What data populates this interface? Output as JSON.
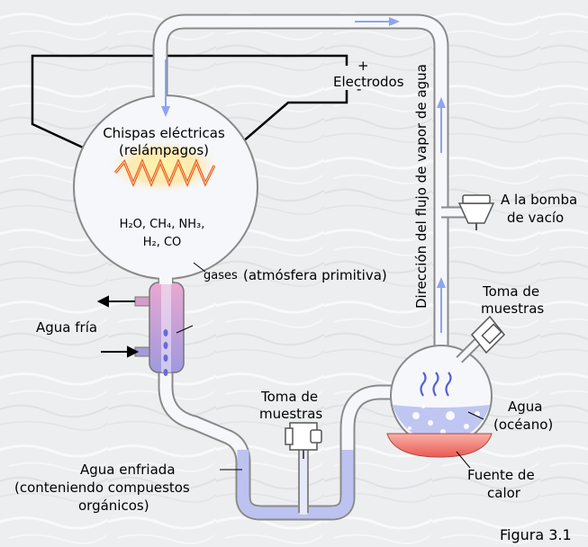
{
  "labels": {
    "electrodes": "Electrodos",
    "plus": "+",
    "minus": "-",
    "sparks_line1": "Chispas eléctricas",
    "sparks_line2": "(relámpagos)",
    "chem_line1": "H₂O, CH₄, NH₃,",
    "chem_line2": "H₂, CO",
    "gases_small": "gases",
    "gases_rest": "(atmósfera primitiva)",
    "flow_direction": "Dirección del flujo de vapor de agua",
    "vacuum_line1": "A la bomba",
    "vacuum_line2": "de vacío",
    "sampling_right_line1": "Toma de",
    "sampling_right_line2": "muestras",
    "cold_water": "Agua fría",
    "water_line1": "Agua",
    "water_line2": "(océano)",
    "heat_line1": "Fuente de",
    "heat_line2": "calor",
    "sampling_mid_line1": "Toma de",
    "sampling_mid_line2": "muestras",
    "cooled_line1": "Agua enfriada",
    "cooled_line2": "(conteniendo compuestos",
    "cooled_line3": "orgánicos)",
    "figure": "Figura 3.1"
  },
  "colors": {
    "glass": "#f6f8fb",
    "glass_stroke": "#8a8a8a",
    "flow_arrow": "#8fa3f0",
    "liquid": "#c0c6f2",
    "spark": "#e8502a",
    "spark_glow": "#fff3a0",
    "heater": "#ef6a60",
    "condenser_top": "#e7a6cf",
    "condenser_bottom": "#a79cdf"
  }
}
